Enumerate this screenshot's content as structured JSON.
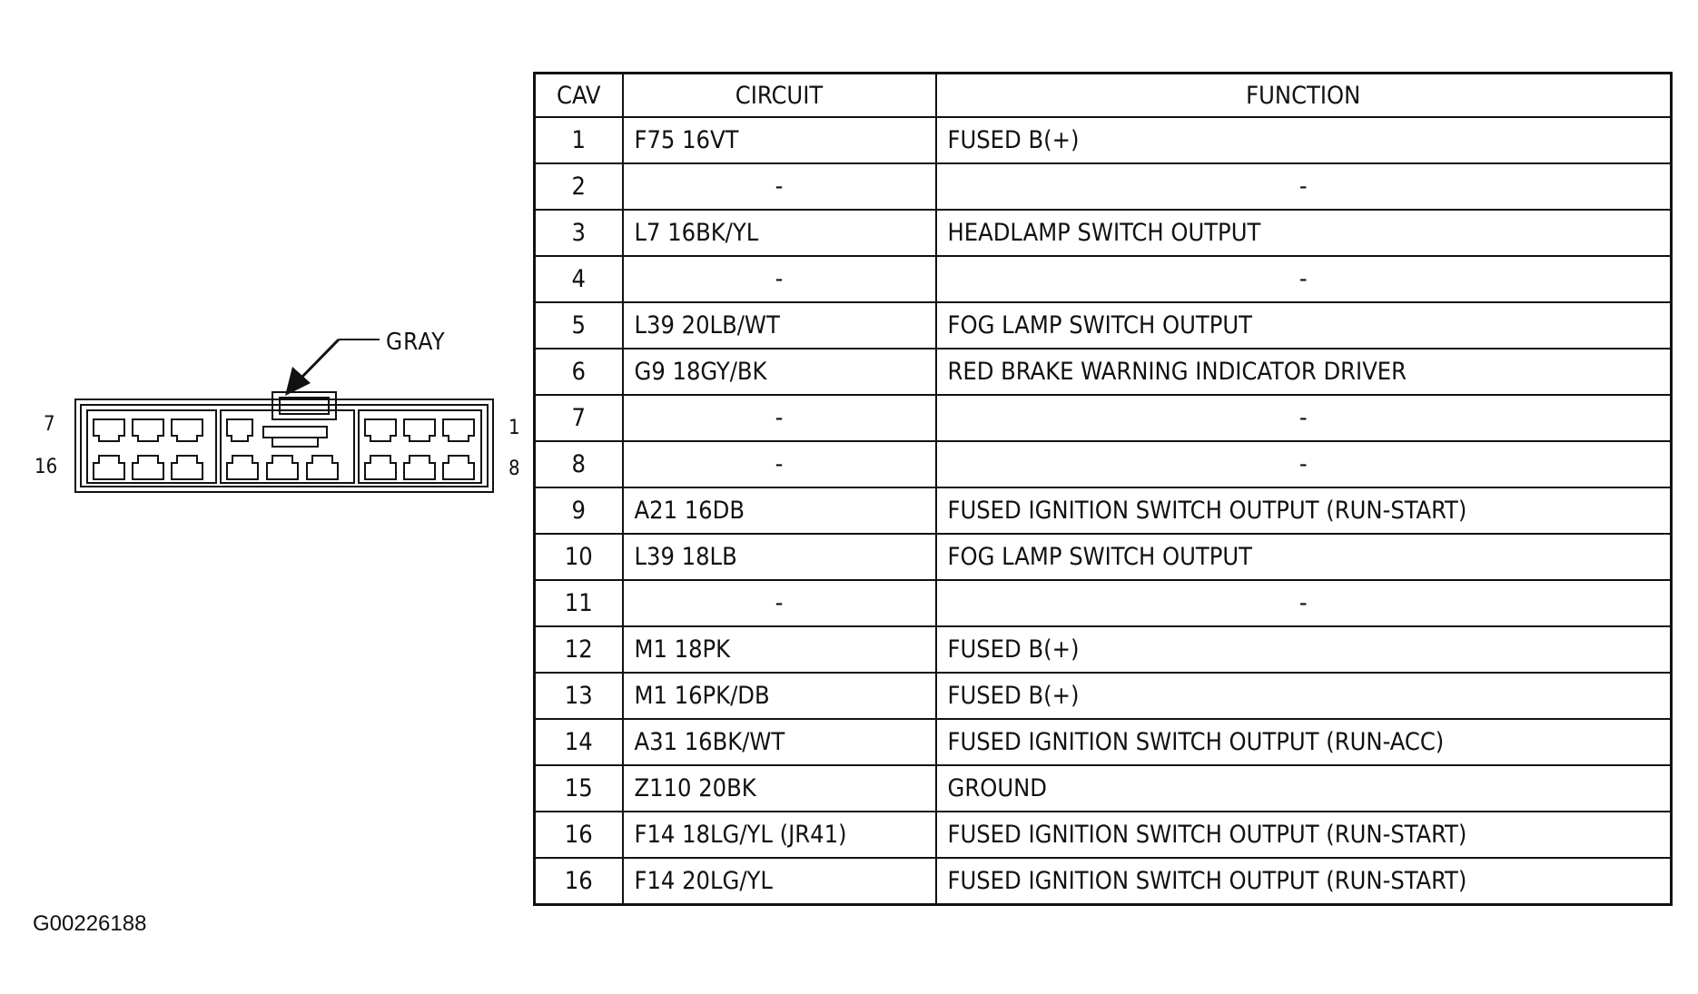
{
  "connector": {
    "color_label": "GRAY",
    "pin_labels": {
      "top_left": "7",
      "bottom_left": "16",
      "top_right": "1",
      "bottom_right": "8"
    }
  },
  "figure_id": "G00226188",
  "table": {
    "headers": [
      "CAV",
      "CIRCUIT",
      "FUNCTION"
    ],
    "rows": [
      [
        "1",
        "F75 16VT",
        "FUSED B(+)"
      ],
      [
        "2",
        "-",
        "-"
      ],
      [
        "3",
        "L7 16BK/YL",
        "HEADLAMP SWITCH OUTPUT"
      ],
      [
        "4",
        "-",
        "-"
      ],
      [
        "5",
        "L39 20LB/WT",
        "FOG LAMP SWITCH OUTPUT"
      ],
      [
        "6",
        "G9 18GY/BK",
        "RED BRAKE WARNING INDICATOR DRIVER"
      ],
      [
        "7",
        "-",
        "-"
      ],
      [
        "8",
        "-",
        "-"
      ],
      [
        "9",
        "A21 16DB",
        "FUSED IGNITION SWITCH OUTPUT (RUN-START)"
      ],
      [
        "10",
        "L39 18LB",
        "FOG LAMP SWITCH OUTPUT"
      ],
      [
        "11",
        "-",
        "-"
      ],
      [
        "12",
        "M1 18PK",
        "FUSED B(+)"
      ],
      [
        "13",
        "M1 16PK/DB",
        "FUSED B(+)"
      ],
      [
        "14",
        "A31 16BK/WT",
        "FUSED IGNITION SWITCH OUTPUT (RUN-ACC)"
      ],
      [
        "15",
        "Z110 20BK",
        "GROUND"
      ],
      [
        "16",
        "F14 18LG/YL (JR41)",
        "FUSED IGNITION SWITCH OUTPUT (RUN-START)"
      ],
      [
        "16",
        "F14 20LG/YL",
        "FUSED IGNITION SWITCH OUTPUT (RUN-START)"
      ]
    ]
  }
}
